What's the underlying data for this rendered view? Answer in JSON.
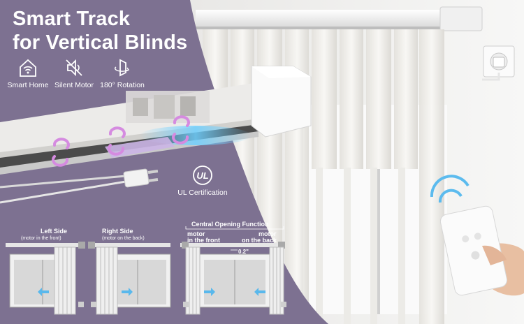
{
  "headline": {
    "line1": "Smart Track",
    "line2": "for Vertical Blinds"
  },
  "features": [
    {
      "label": "Smart Home",
      "icon": "wifi-home-icon"
    },
    {
      "label": "Silent Motor",
      "icon": "mute-speaker-icon"
    },
    {
      "label": "180° Rotation",
      "icon": "rotation-icon"
    }
  ],
  "certification": {
    "label": "UL Certification",
    "icon": "ul-logo-icon"
  },
  "diagrams": {
    "left": {
      "title": "Left Side",
      "subtitle": "(motor in the front)"
    },
    "right": {
      "title": "Right Side",
      "subtitle": "(motor on the back)"
    },
    "central": {
      "title": "Central Opening Function",
      "motor_front": "motor",
      "motor_front_sub": "in the front",
      "motor_back": "motor",
      "motor_back_sub": "on the back",
      "gap": "0.2\""
    }
  },
  "colors": {
    "background": "#7d7191",
    "curtain": "#f2f1ee",
    "rotation_arrows": "#d58be0",
    "slide_arrows": "#59b8ec"
  }
}
